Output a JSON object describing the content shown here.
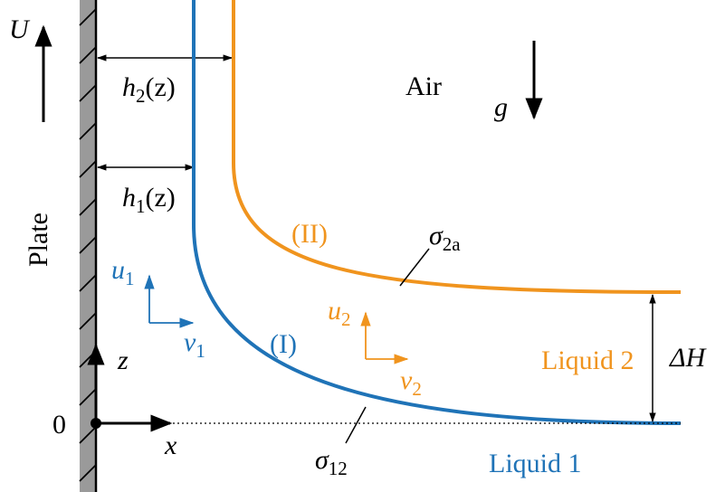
{
  "labels": {
    "U": "U",
    "air": "Air",
    "g": "g",
    "plate": "Plate",
    "h2": {
      "base": "h",
      "sub": "2",
      "arg": "(z)"
    },
    "h1": {
      "base": "h",
      "sub": "1",
      "arg": "(z)"
    },
    "region_I": "(I)",
    "region_II": "(II)",
    "sigma_2a": {
      "base": "σ",
      "sub": "2a"
    },
    "sigma_12": {
      "base": "σ",
      "sub": "12"
    },
    "u1": {
      "base": "u",
      "sub": "1"
    },
    "v1": {
      "base": "v",
      "sub": "1"
    },
    "u2": {
      "base": "u",
      "sub": "2"
    },
    "v2": {
      "base": "v",
      "sub": "2"
    },
    "z": "z",
    "x": "x",
    "origin": "0",
    "delta_H": "ΔH",
    "liquid2": "Liquid 2",
    "liquid1": "Liquid 1"
  },
  "colors": {
    "liquid1": "#1f73b7",
    "liquid2": "#f0941e",
    "plate_fill": "#9a9a9a",
    "ink": "#000000"
  }
}
